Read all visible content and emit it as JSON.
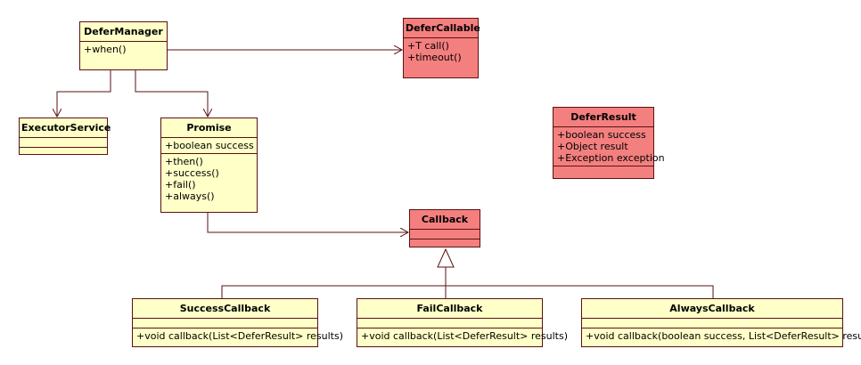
{
  "colors": {
    "line": "#5a1212",
    "class_fill": "#ffffc8",
    "highlight_fill": "#f47f7f"
  },
  "classes": {
    "defer_manager": {
      "name": "DeferManager",
      "attributes": [],
      "operations": [
        "+when()"
      ]
    },
    "defer_callable": {
      "name": "DeferCallable",
      "attributes": [],
      "operations": [
        "+T call()",
        "+timeout()"
      ]
    },
    "executor_service": {
      "name": "ExecutorService",
      "attributes": [],
      "operations": []
    },
    "promise": {
      "name": "Promise",
      "attributes": [
        "+boolean success"
      ],
      "operations": [
        "+then()",
        "+success()",
        "+fail()",
        "+always()"
      ]
    },
    "defer_result": {
      "name": "DeferResult",
      "attributes": [
        "+boolean success",
        "+Object result",
        "+Exception exception"
      ],
      "operations": []
    },
    "callback": {
      "name": "Callback",
      "attributes": [],
      "operations": []
    },
    "success_callback": {
      "name": "SuccessCallback",
      "attributes": [],
      "operations": [
        "+void callback(List<DeferResult> results)"
      ]
    },
    "fail_callback": {
      "name": "FailCallback",
      "attributes": [],
      "operations": [
        "+void callback(List<DeferResult> results)"
      ]
    },
    "always_callback": {
      "name": "AlwaysCallback",
      "attributes": [],
      "operations": [
        "+void callback(boolean success, List<DeferResult> results)"
      ]
    }
  }
}
